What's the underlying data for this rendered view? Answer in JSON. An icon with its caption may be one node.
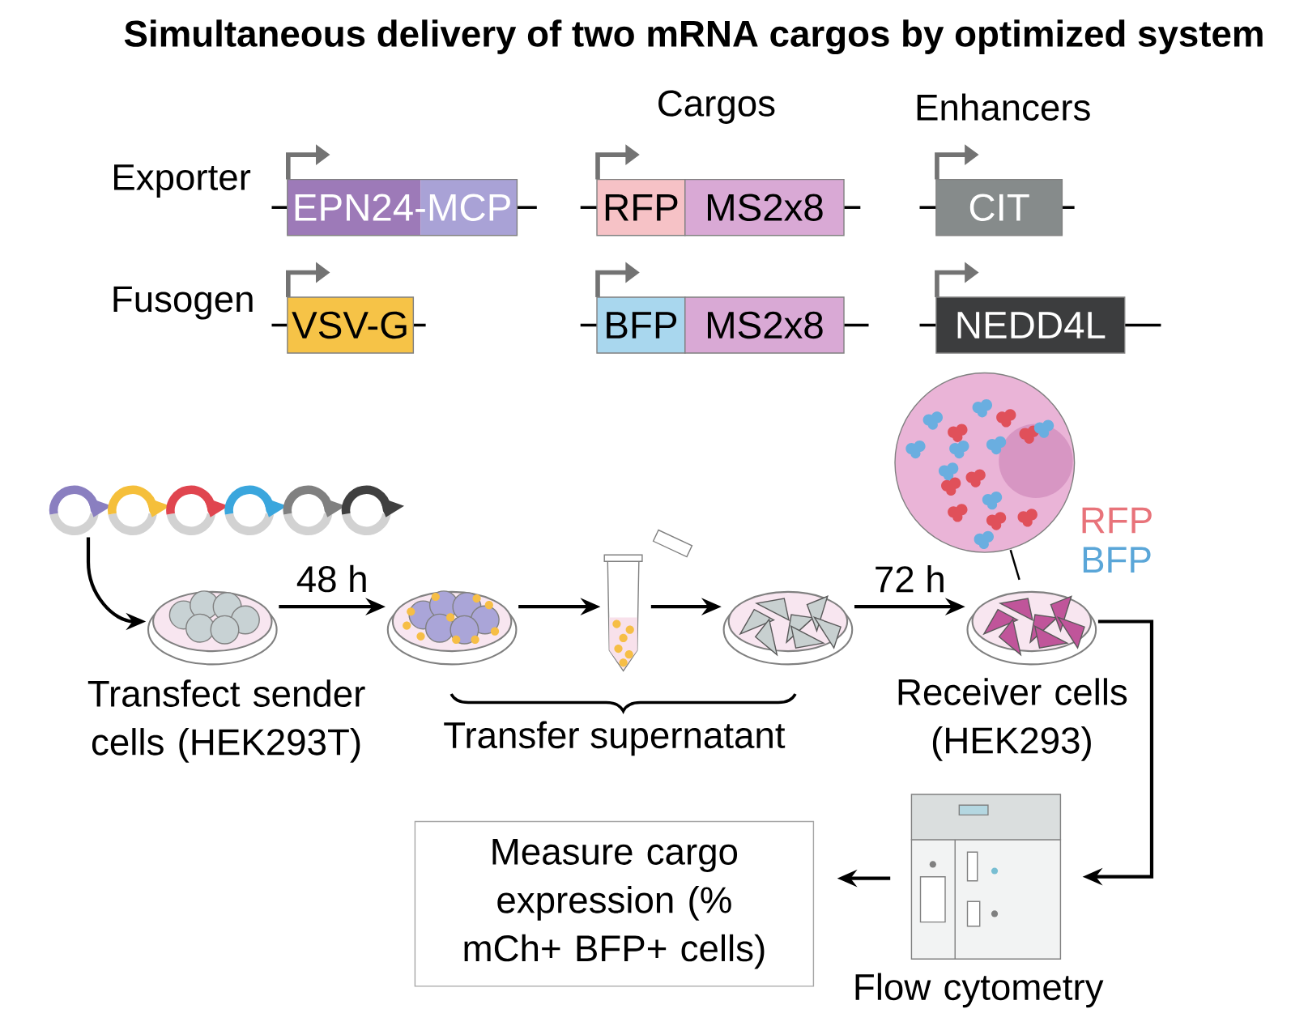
{
  "diagram": {
    "title": "Simultaneous delivery of two mRNA cargos by optimized system",
    "nodes": [
      {
        "text": [
          "EPN24-MCP"
        ]
      },
      {
        "text": [
          "RFP"
        ]
      },
      {
        "text": [
          "MS2x8"
        ]
      },
      {
        "text": [
          "CIT"
        ]
      },
      {
        "text": [
          "VSV-G"
        ]
      },
      {
        "text": [
          "BFP"
        ]
      },
      {
        "text": [
          "MS2x8"
        ]
      },
      {
        "text": [
          "NEDD4L"
        ]
      },
      {
        "text": [],
        "shape": "picture"
      },
      {
        "text": [],
        "shape": "picture",
        "beside": [
          "Transfect sender cells (HEK293T)"
        ]
      },
      {
        "text": [],
        "shape": "picture"
      },
      {
        "text": [],
        "shape": "picture"
      },
      {
        "text": [],
        "shape": "picture"
      },
      {
        "text": [],
        "shape": "picture",
        "beside": [
          "Receiver cells (HEK293)"
        ]
      },
      {
        "text": [],
        "shape": "circle"
      },
      {
        "text": [],
        "shape": "picture",
        "beside": [
          "Flow cytometry"
        ]
      },
      {
        "text": [
          "Measure cargo expression (% mCh+ BFP+ cells)"
        ]
      }
    ],
    "edges": [
      {
        "from": 8,
        "to": 9,
        "arrow": "to"
      },
      {
        "from": 9,
        "to": 10,
        "arrow": "to",
        "label": "48 h"
      },
      {
        "from": 10,
        "to": 11,
        "arrow": "to"
      },
      {
        "from": 11,
        "to": 12,
        "arrow": "to"
      },
      {
        "from": 12,
        "to": 13,
        "arrow": "to",
        "label": "72 h"
      },
      {
        "from": 13,
        "to": 15,
        "arrow": "to"
      },
      {
        "from": 15,
        "to": 16,
        "arrow": "to"
      },
      {
        "from": 14,
        "to": 13,
        "arrow": "none"
      }
    ],
    "labels": [
      "Cargos",
      "Enhancers",
      "Exporter",
      "Fusogen",
      "RFP",
      "BFP",
      "Transfer supernatant"
    ]
  }
}
